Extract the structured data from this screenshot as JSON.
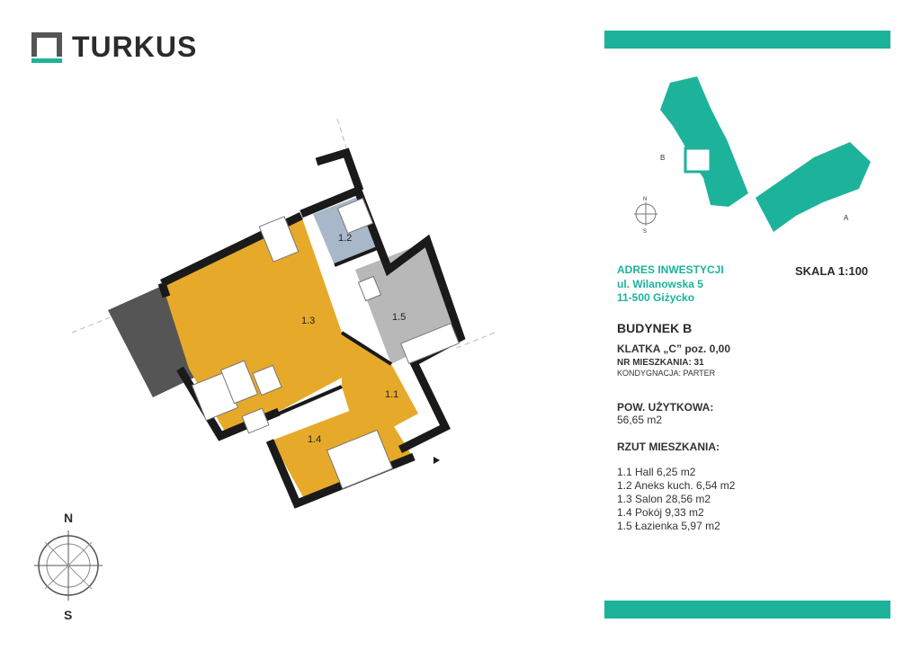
{
  "brand": {
    "name": "TURKUS",
    "accent": "#1db39b",
    "dark": "#2b2b2b"
  },
  "address": {
    "heading": "ADRES INWESTYCJI",
    "street": "ul. Wilanowska 5",
    "city": "11-500 Giżycko"
  },
  "scale": "SKALA 1:100",
  "building": "BUDYNEK B",
  "staircase": "KLATKA „C” poz. 0,00",
  "apartment_no": "NR MIESZKANIA: 31",
  "floor": "KONDYGNACJA: PARTER",
  "usable_area": {
    "label": "POW. UŻYTKOWA:",
    "value": "56,65 m2"
  },
  "rooms_heading": "RZUT MIESZKANIA:",
  "rooms": [
    "1.1 Hall 6,25 m2",
    "1.2 Aneks kuch. 6,54 m2",
    "1.3 Salon 28,56 m2",
    "1.4 Pokój 9,33 m2",
    "1.5 Łazienka 5,97 m2"
  ],
  "plan_labels": {
    "r11": "1.1",
    "r12": "1.2",
    "r13": "1.3",
    "r14": "1.4",
    "r15": "1.5"
  },
  "site_labels": {
    "a": "A",
    "b": "B"
  },
  "compass": {
    "n": "N",
    "s": "S"
  },
  "colors": {
    "room": "#e6a92a",
    "kitchen": "#a9b8c8",
    "bath": "#b8b8b8",
    "wall": "#1a1a1a",
    "terrace": "#555555"
  }
}
